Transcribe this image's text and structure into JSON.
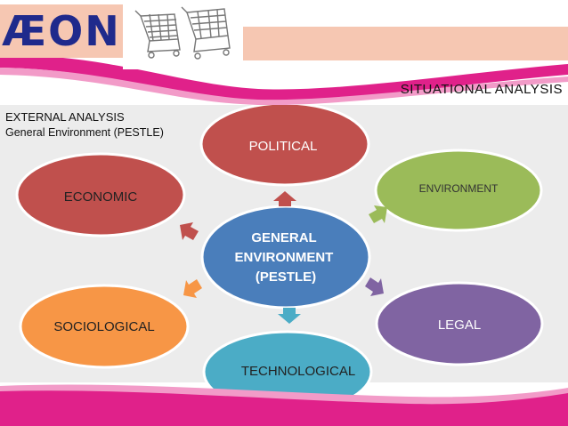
{
  "brand": {
    "logo_text": "ÆON"
  },
  "header": {
    "section_title": "SITUATIONAL ANALYSIS",
    "analysis_title": "EXTERNAL ANALYSIS",
    "analysis_subtitle": "General Environment (PESTLE)"
  },
  "diagram": {
    "center": {
      "lines": [
        "GENERAL",
        "ENVIRONMENT",
        "(PESTLE)"
      ],
      "color": "#4a7ebb"
    },
    "nodes": [
      {
        "id": "political",
        "label": "POLITICAL",
        "color": "#c0504d"
      },
      {
        "id": "environment",
        "label": "ENVIRONMENT",
        "color": "#9bbb59"
      },
      {
        "id": "legal",
        "label": "LEGAL",
        "color": "#8064a2"
      },
      {
        "id": "technological",
        "label": "TECHNOLOGICAL",
        "color": "#4bacc6"
      },
      {
        "id": "sociological",
        "label": "SOCIOLOGICAL",
        "color": "#f79646"
      },
      {
        "id": "economic",
        "label": "ECONOMIC",
        "color": "#c0504d"
      }
    ]
  },
  "colors": {
    "accent_magenta": "#e0218a",
    "header_peach": "#f6c7b2",
    "logo_blue": "#1f2a8c",
    "panel_gray": "#ececec"
  }
}
